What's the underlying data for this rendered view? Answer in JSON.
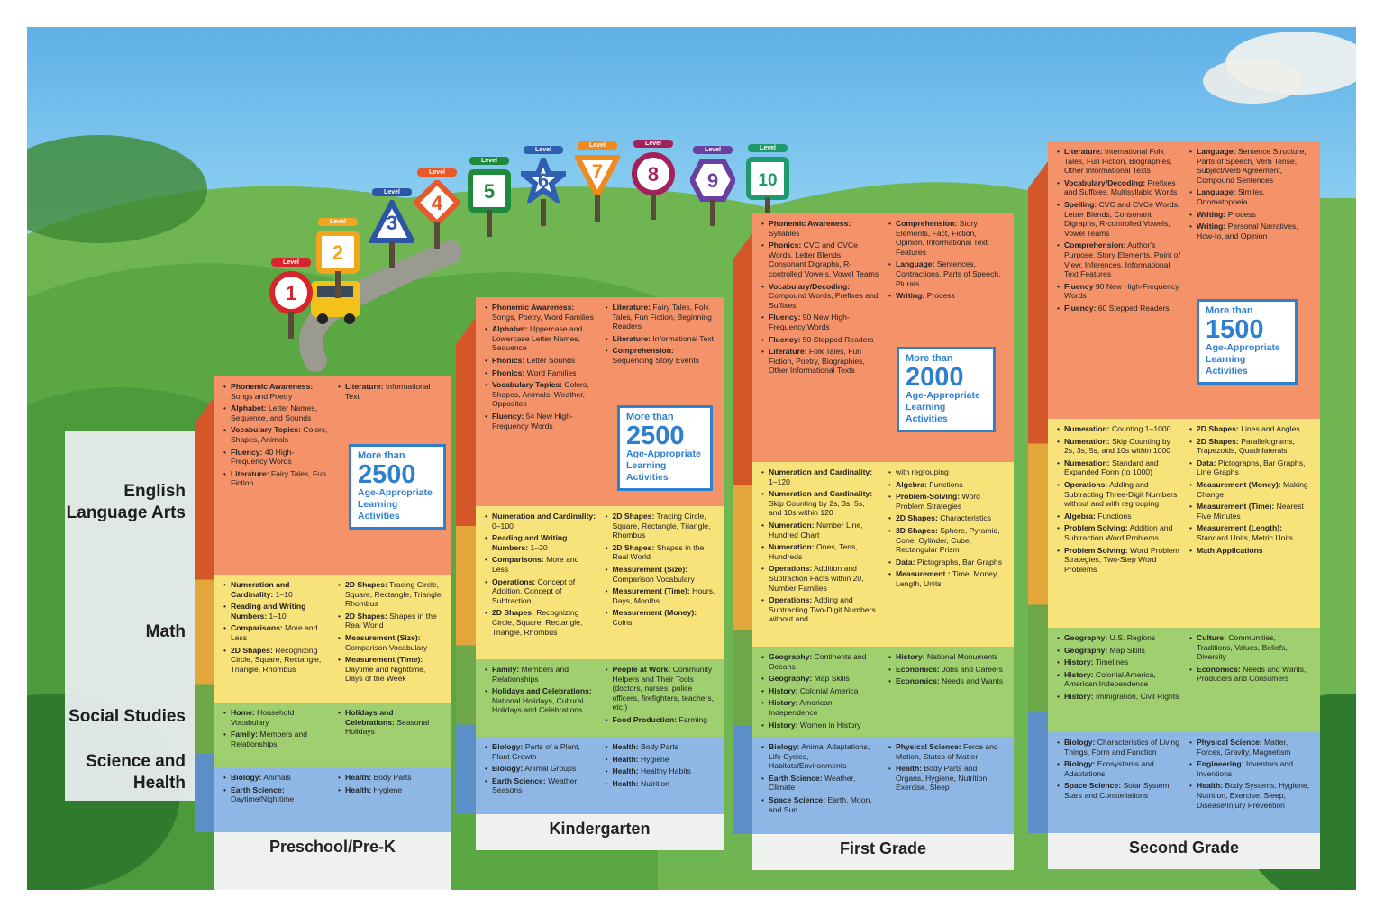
{
  "row_labels": {
    "ela": "English Language Arts",
    "math": "Math",
    "ss": "Social Studies",
    "sci": "Science and Health"
  },
  "levels": [
    {
      "label": "Level",
      "num": "1",
      "color": "#d6262b",
      "shape": "circle"
    },
    {
      "label": "Level",
      "num": "2",
      "color": "#f2a51d",
      "shape": "square"
    },
    {
      "label": "Level",
      "num": "3",
      "color": "#2c55a5",
      "shape": "triangle"
    },
    {
      "label": "Level",
      "num": "4",
      "color": "#e8582a",
      "shape": "diamond"
    },
    {
      "label": "Level",
      "num": "5",
      "color": "#1f8a3b",
      "shape": "square"
    },
    {
      "label": "Level",
      "num": "6",
      "color": "#2f5fb0",
      "shape": "star"
    },
    {
      "label": "Level",
      "num": "7",
      "color": "#f08a1c",
      "shape": "down-triangle"
    },
    {
      "label": "Level",
      "num": "8",
      "color": "#a3215a",
      "shape": "circle"
    },
    {
      "label": "Level",
      "num": "9",
      "color": "#6b3fa0",
      "shape": "hexagon"
    },
    {
      "label": "Level",
      "num": "10",
      "color": "#1f9a6a",
      "shape": "square"
    }
  ],
  "grades": [
    {
      "name": "Preschool/Pre-K",
      "callout": {
        "pre": "More than",
        "num": "2500",
        "post": "Age-Appropriate Learning Activities"
      },
      "ela": [
        [
          [
            "Phonemic Awareness:",
            "Songs and Poetry"
          ],
          [
            "Alphabet:",
            "Letter Names, Sequence, and Sounds"
          ],
          [
            "Vocabulary Topics:",
            "Colors, Shapes, Animals"
          ],
          [
            "Fluency:",
            "40 High-Frequency Words"
          ],
          [
            "Literature:",
            "Fairy Tales, Fun Fiction"
          ]
        ],
        [
          [
            "Literature:",
            "Informational Text"
          ]
        ]
      ],
      "math": [
        [
          [
            "Numeration and Cardinality:",
            "1–10"
          ],
          [
            "Reading and Writing Numbers:",
            "1–10"
          ],
          [
            "Comparisons:",
            "More and Less"
          ],
          [
            "2D Shapes:",
            "Recognizing Circle, Square, Rectangle, Triangle, Rhombus"
          ]
        ],
        [
          [
            "2D Shapes:",
            "Tracing Circle, Square, Rectangle, Triangle, Rhombus"
          ],
          [
            "2D Shapes:",
            "Shapes in the Real World"
          ],
          [
            "Measurement (Size):",
            "Comparison Vocabulary"
          ],
          [
            "Measurement (Time):",
            "Daytime and Nighttime, Days of the Week"
          ]
        ]
      ],
      "ss": [
        [
          [
            "Home:",
            "Household Vocabulary"
          ],
          [
            "Family:",
            "Members and Relationships"
          ]
        ],
        [
          [
            "Holidays and Celebrations:",
            "Seasonal Holidays"
          ]
        ]
      ],
      "sci": [
        [
          [
            "Biology:",
            "Animals"
          ],
          [
            "Earth Science:",
            "Daytime/Nighttime"
          ]
        ],
        [
          [
            "Health:",
            "Body Parts"
          ],
          [
            "Health:",
            "Hygiene"
          ]
        ]
      ]
    },
    {
      "name": "Kindergarten",
      "callout": {
        "pre": "More than",
        "num": "2500",
        "post": "Age-Appropriate Learning Activities"
      },
      "ela": [
        [
          [
            "Phonemic Awareness:",
            "Songs, Poetry, Word Families"
          ],
          [
            "Alphabet:",
            "Uppercase and Lowercase Letter Names, Sequence"
          ],
          [
            "Phonics:",
            "Letter Sounds"
          ],
          [
            "Phonics:",
            "Word Families"
          ],
          [
            "Vocabulary Topics:",
            "Colors, Shapes, Animals, Weather, Opposites"
          ],
          [
            "Fluency:",
            "54 New High-Frequency Words"
          ]
        ],
        [
          [
            "Literature:",
            "Fairy Tales, Folk Tales, Fun Fiction, Beginning Readers"
          ],
          [
            "Literature:",
            "Informational Text"
          ],
          [
            "Comprehension:",
            "Sequencing Story Events"
          ]
        ]
      ],
      "math": [
        [
          [
            "Numeration and Cardinality:",
            "0–100"
          ],
          [
            "Reading and Writing Numbers:",
            "1–20"
          ],
          [
            "Comparisons:",
            "More and Less"
          ],
          [
            "Operations:",
            "Concept of Addition, Concept of Subtraction"
          ],
          [
            "2D Shapes:",
            "Recognizing Circle, Square, Rectangle, Triangle, Rhombus"
          ]
        ],
        [
          [
            "2D Shapes:",
            "Tracing Circle, Square, Rectangle, Triangle, Rhombus"
          ],
          [
            "2D Shapes:",
            "Shapes in the Real World"
          ],
          [
            "Measurement (Size):",
            "Comparison Vocabulary"
          ],
          [
            "Measurement (Time):",
            "Hours, Days, Months"
          ],
          [
            "Measurement (Money):",
            "Coins"
          ]
        ]
      ],
      "ss": [
        [
          [
            "Family:",
            "Members and Relationships"
          ],
          [
            "Holidays and Celebrations:",
            "National Holidays, Cultural Holidays and Celebrations"
          ]
        ],
        [
          [
            "People at Work:",
            "Community Helpers and Their Tools (doctors, nurses, police officers, firefighters, teachers, etc.)"
          ],
          [
            "Food Production:",
            "Farming"
          ]
        ]
      ],
      "sci": [
        [
          [
            "Biology:",
            "Parts of a Plant, Plant Growth"
          ],
          [
            "Biology:",
            "Animal Groups"
          ],
          [
            "Earth Science:",
            "Weather, Seasons"
          ]
        ],
        [
          [
            "Health:",
            "Body Parts"
          ],
          [
            "Health:",
            "Hygiene"
          ],
          [
            "Health:",
            "Healthy Habits"
          ],
          [
            "Health:",
            "Nutrition"
          ]
        ]
      ]
    },
    {
      "name": "First Grade",
      "callout": {
        "pre": "More than",
        "num": "2000",
        "post": "Age-Appropriate Learning Activities"
      },
      "ela": [
        [
          [
            "Phonemic Awareness:",
            "Syllables"
          ],
          [
            "Phonics:",
            "CVC and CVCe Words, Letter Blends, Consonant Digraphs, R-controlled Vowels, Vowel Teams"
          ],
          [
            "Vocabulary/Decoding:",
            "Compound Words, Prefixes and Suffixes"
          ],
          [
            "Fluency:",
            "90 New High-Frequency Words"
          ],
          [
            "Fluency:",
            "50 Stepped Readers"
          ],
          [
            "Literature:",
            "Folk Tales, Fun Fiction, Poetry, Biographies, Other Informational Texts"
          ]
        ],
        [
          [
            "Comprehension:",
            "Story Elements, Fact, Fiction, Opinion, Informational Text Features"
          ],
          [
            "Language:",
            "Sentences, Contractions, Parts of Speech, Plurals"
          ],
          [
            "Writing:",
            "Process"
          ]
        ]
      ],
      "math": [
        [
          [
            "Numeration and Cardinality:",
            "1–120"
          ],
          [
            "Numeration and Cardinality:",
            "Skip Counting by 2s, 3s, 5s, and 10s within 120"
          ],
          [
            "Numeration:",
            "Number Line, Hundred Chart"
          ],
          [
            "Numeration:",
            "Ones, Tens, Hundreds"
          ],
          [
            "Operations:",
            "Addition and Subtraction Facts within 20, Number Families"
          ],
          [
            "Operations:",
            "Adding and Subtracting Two-Digit Numbers without and"
          ]
        ],
        [
          [
            "",
            "with regrouping"
          ],
          [
            "Algebra:",
            "Functions"
          ],
          [
            "Problem-Solving:",
            "Word Problem Strategies"
          ],
          [
            "2D Shapes:",
            "Characteristics"
          ],
          [
            "3D Shapes:",
            "Sphere, Pyramid, Cone, Cylinder, Cube, Rectangular Prism"
          ],
          [
            "Data:",
            "Pictographs, Bar Graphs"
          ],
          [
            "Measurement :",
            "Time, Money, Length, Units"
          ]
        ]
      ],
      "ss": [
        [
          [
            "Geography:",
            "Continents and Oceans"
          ],
          [
            "Geography:",
            "Map Skills"
          ],
          [
            "History:",
            "Colonial America"
          ],
          [
            "History:",
            "American Independence"
          ],
          [
            "History:",
            "Women in History"
          ]
        ],
        [
          [
            "History:",
            "National Monuments"
          ],
          [
            "Economics:",
            "Jobs and Careers"
          ],
          [
            "Economics:",
            "Needs and Wants"
          ]
        ]
      ],
      "sci": [
        [
          [
            "Biology:",
            "Animal Adaptations, Life Cycles, Habitats/Environments"
          ],
          [
            "Earth Science:",
            "Weather, Climate"
          ],
          [
            "Space Science:",
            "Earth, Moon, and Sun"
          ]
        ],
        [
          [
            "Physical Science:",
            "Force and Motion, States of Matter"
          ],
          [
            "Health:",
            "Body Parts and Organs, Hygiene, Nutrition, Exercise, Sleep"
          ]
        ]
      ]
    },
    {
      "name": "Second Grade",
      "callout": {
        "pre": "More than",
        "num": "1500",
        "post": "Age-Appropriate Learning Activities"
      },
      "ela": [
        [
          [
            "Literature:",
            "International Folk Tales, Fun Fiction, Biographies, Other Informational Texts"
          ],
          [
            "Vocabulary/Decoding:",
            "Prefixes and Suffixes, Multisyllabic Words"
          ],
          [
            "Spelling:",
            "CVC and CVCe Words, Letter Blends, Consonant Digraphs, R-controlled Vowels, Vowel Teams"
          ],
          [
            "Comprehension:",
            "Author's Purpose, Story Elements, Point of View, Inferences, Informational Text Features"
          ],
          [
            "Fluency",
            "90 New High-Frequency Words"
          ],
          [
            "Fluency:",
            "60 Stepped Readers"
          ]
        ],
        [
          [
            "Language:",
            "Sentence Structure, Parts of Speech, Verb Tense, Subject/Verb Agreement, Compound Sentences"
          ],
          [
            "Language:",
            "Similes, Onomatopoeia"
          ],
          [
            "Writing:",
            "Process"
          ],
          [
            "Writing:",
            "Personal Narratives, How-to, and Opinion"
          ]
        ]
      ],
      "math": [
        [
          [
            "Numeration:",
            "Counting 1–1000"
          ],
          [
            "Numeration:",
            "Skip Counting by 2s, 3s, 5s, and 10s within 1000"
          ],
          [
            "Numeration:",
            "Standard and Expanded Form (to 1000)"
          ],
          [
            "Operations:",
            "Adding and Subtracting Three-Digit Numbers without and with regrouping"
          ],
          [
            "Algebra:",
            "Functions"
          ],
          [
            "Problem Solving:",
            "Addition and Subtraction Word Problems"
          ],
          [
            "Problem Solving:",
            "Word Problem Strategies, Two-Step Word Problems"
          ]
        ],
        [
          [
            "2D Shapes:",
            "Lines and Angles"
          ],
          [
            "2D Shapes:",
            "Parallelograms, Trapezoids, Quadrilaterals"
          ],
          [
            "Data:",
            "Pictographs, Bar Graphs, Line Graphs"
          ],
          [
            "Measurement (Money):",
            "Making Change"
          ],
          [
            "Measurement (Time):",
            "Nearest Five Minutes"
          ],
          [
            "Measurement (Length):",
            "Standard Units, Metric Units"
          ],
          [
            "Math Applications",
            ""
          ]
        ]
      ],
      "ss": [
        [
          [
            "Geography:",
            "U.S. Regions"
          ],
          [
            "Geography:",
            "Map Skills"
          ],
          [
            "History:",
            "Timelines"
          ],
          [
            "History:",
            "Colonial America, American Independence"
          ],
          [
            "History:",
            "Immigration, Civil Rights"
          ]
        ],
        [
          [
            "Culture:",
            "Communities, Traditions, Values, Beliefs, Diversity"
          ],
          [
            "Economics:",
            "Needs and Wants, Producers and Consumers"
          ]
        ]
      ],
      "sci": [
        [
          [
            "Biology:",
            "Characteristics of Living Things, Form and Function"
          ],
          [
            "Biology:",
            "Ecosystems and Adaptations"
          ],
          [
            "Space Science:",
            "Solar System Stars and Constellations"
          ]
        ],
        [
          [
            "Physical Science:",
            "Matter, Forces, Gravity, Magnetism"
          ],
          [
            "Engineering:",
            "Inventors and Inventions"
          ],
          [
            "Health:",
            "Body Systems, Hygiene, Nutrition, Exercise, Sleep, Disease/Injury Prevention"
          ]
        ]
      ]
    }
  ]
}
